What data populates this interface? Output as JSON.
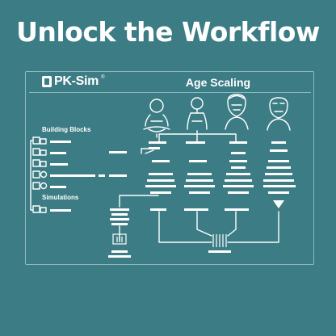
{
  "headline": "Unlock the Workflow",
  "brand": {
    "name": "PK-Sim",
    "mark": "®"
  },
  "slide_title": "Age Scaling",
  "sections": {
    "building_blocks": "Building Blocks",
    "simulations": "Simulations"
  },
  "icons": {
    "figures": [
      "baby-icon",
      "child-icon",
      "adult-icon",
      "elderly-icon"
    ],
    "building_blocks": [
      "individual-icon",
      "population-icon",
      "compound-icon",
      "protocol-icon",
      "formulation-icon",
      "event-icon"
    ],
    "simulation": "simulation-icon"
  },
  "colors": {
    "background": "#3c7d85",
    "foreground": "#ffffff",
    "frame": "#8fb9bf"
  }
}
